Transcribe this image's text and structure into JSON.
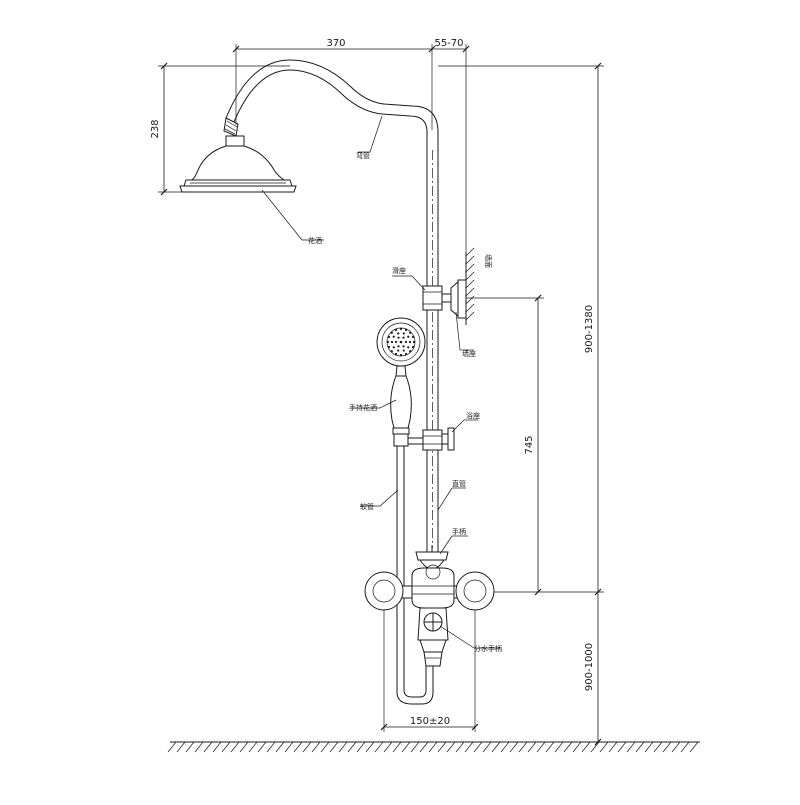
{
  "dimensions": {
    "head_offset": "370",
    "wall_gap": "55-70",
    "head_height": "238",
    "total_height": "900-1380",
    "bracket_spacing": "745",
    "valve_height": "900-1000",
    "inlet_spacing": "150±20"
  },
  "labels": {
    "bend_pipe": "弯管",
    "shower_head": "花洒",
    "slide_seat": "滑座",
    "wall": "墙面",
    "wall_seat": "墙座",
    "hand_shower": "手持花洒",
    "hand_seat": "浴座",
    "riser_pipe": "直管",
    "hose": "软管",
    "handle": "手柄",
    "diverter_handle": "分水手柄"
  }
}
